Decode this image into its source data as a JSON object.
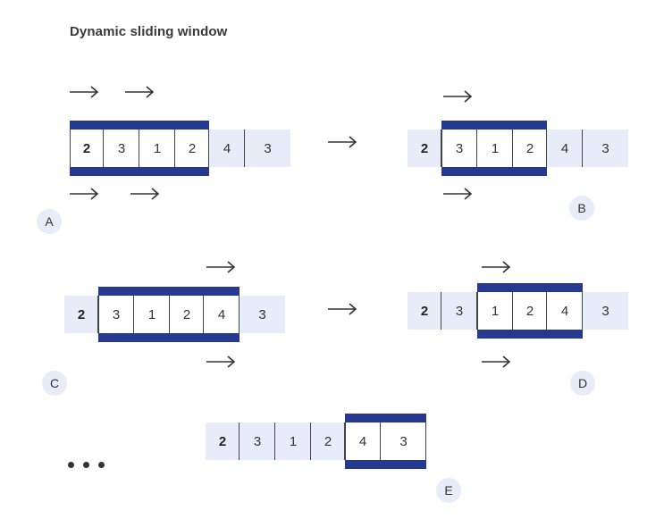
{
  "title": "Dynamic sliding window",
  "array_values": [
    "2",
    "3",
    "1",
    "2",
    "4",
    "3"
  ],
  "panels": [
    {
      "id": "A",
      "window_start": 0,
      "window_end": 3
    },
    {
      "id": "B",
      "window_start": 1,
      "window_end": 3
    },
    {
      "id": "C",
      "window_start": 1,
      "window_end": 4
    },
    {
      "id": "D",
      "window_start": 2,
      "window_end": 4
    },
    {
      "id": "E",
      "window_start": 4,
      "window_end": 5
    }
  ],
  "labels": {
    "a": "A",
    "b": "B",
    "c": "C",
    "d": "D",
    "e": "E"
  },
  "colors": {
    "window_bar": "#24398f",
    "array_bg": "#e8ebf8",
    "badge_bg": "#e8ebf8"
  },
  "icons": {
    "arrow": "right-arrow-icon",
    "ellipsis": "ellipsis-icon"
  }
}
